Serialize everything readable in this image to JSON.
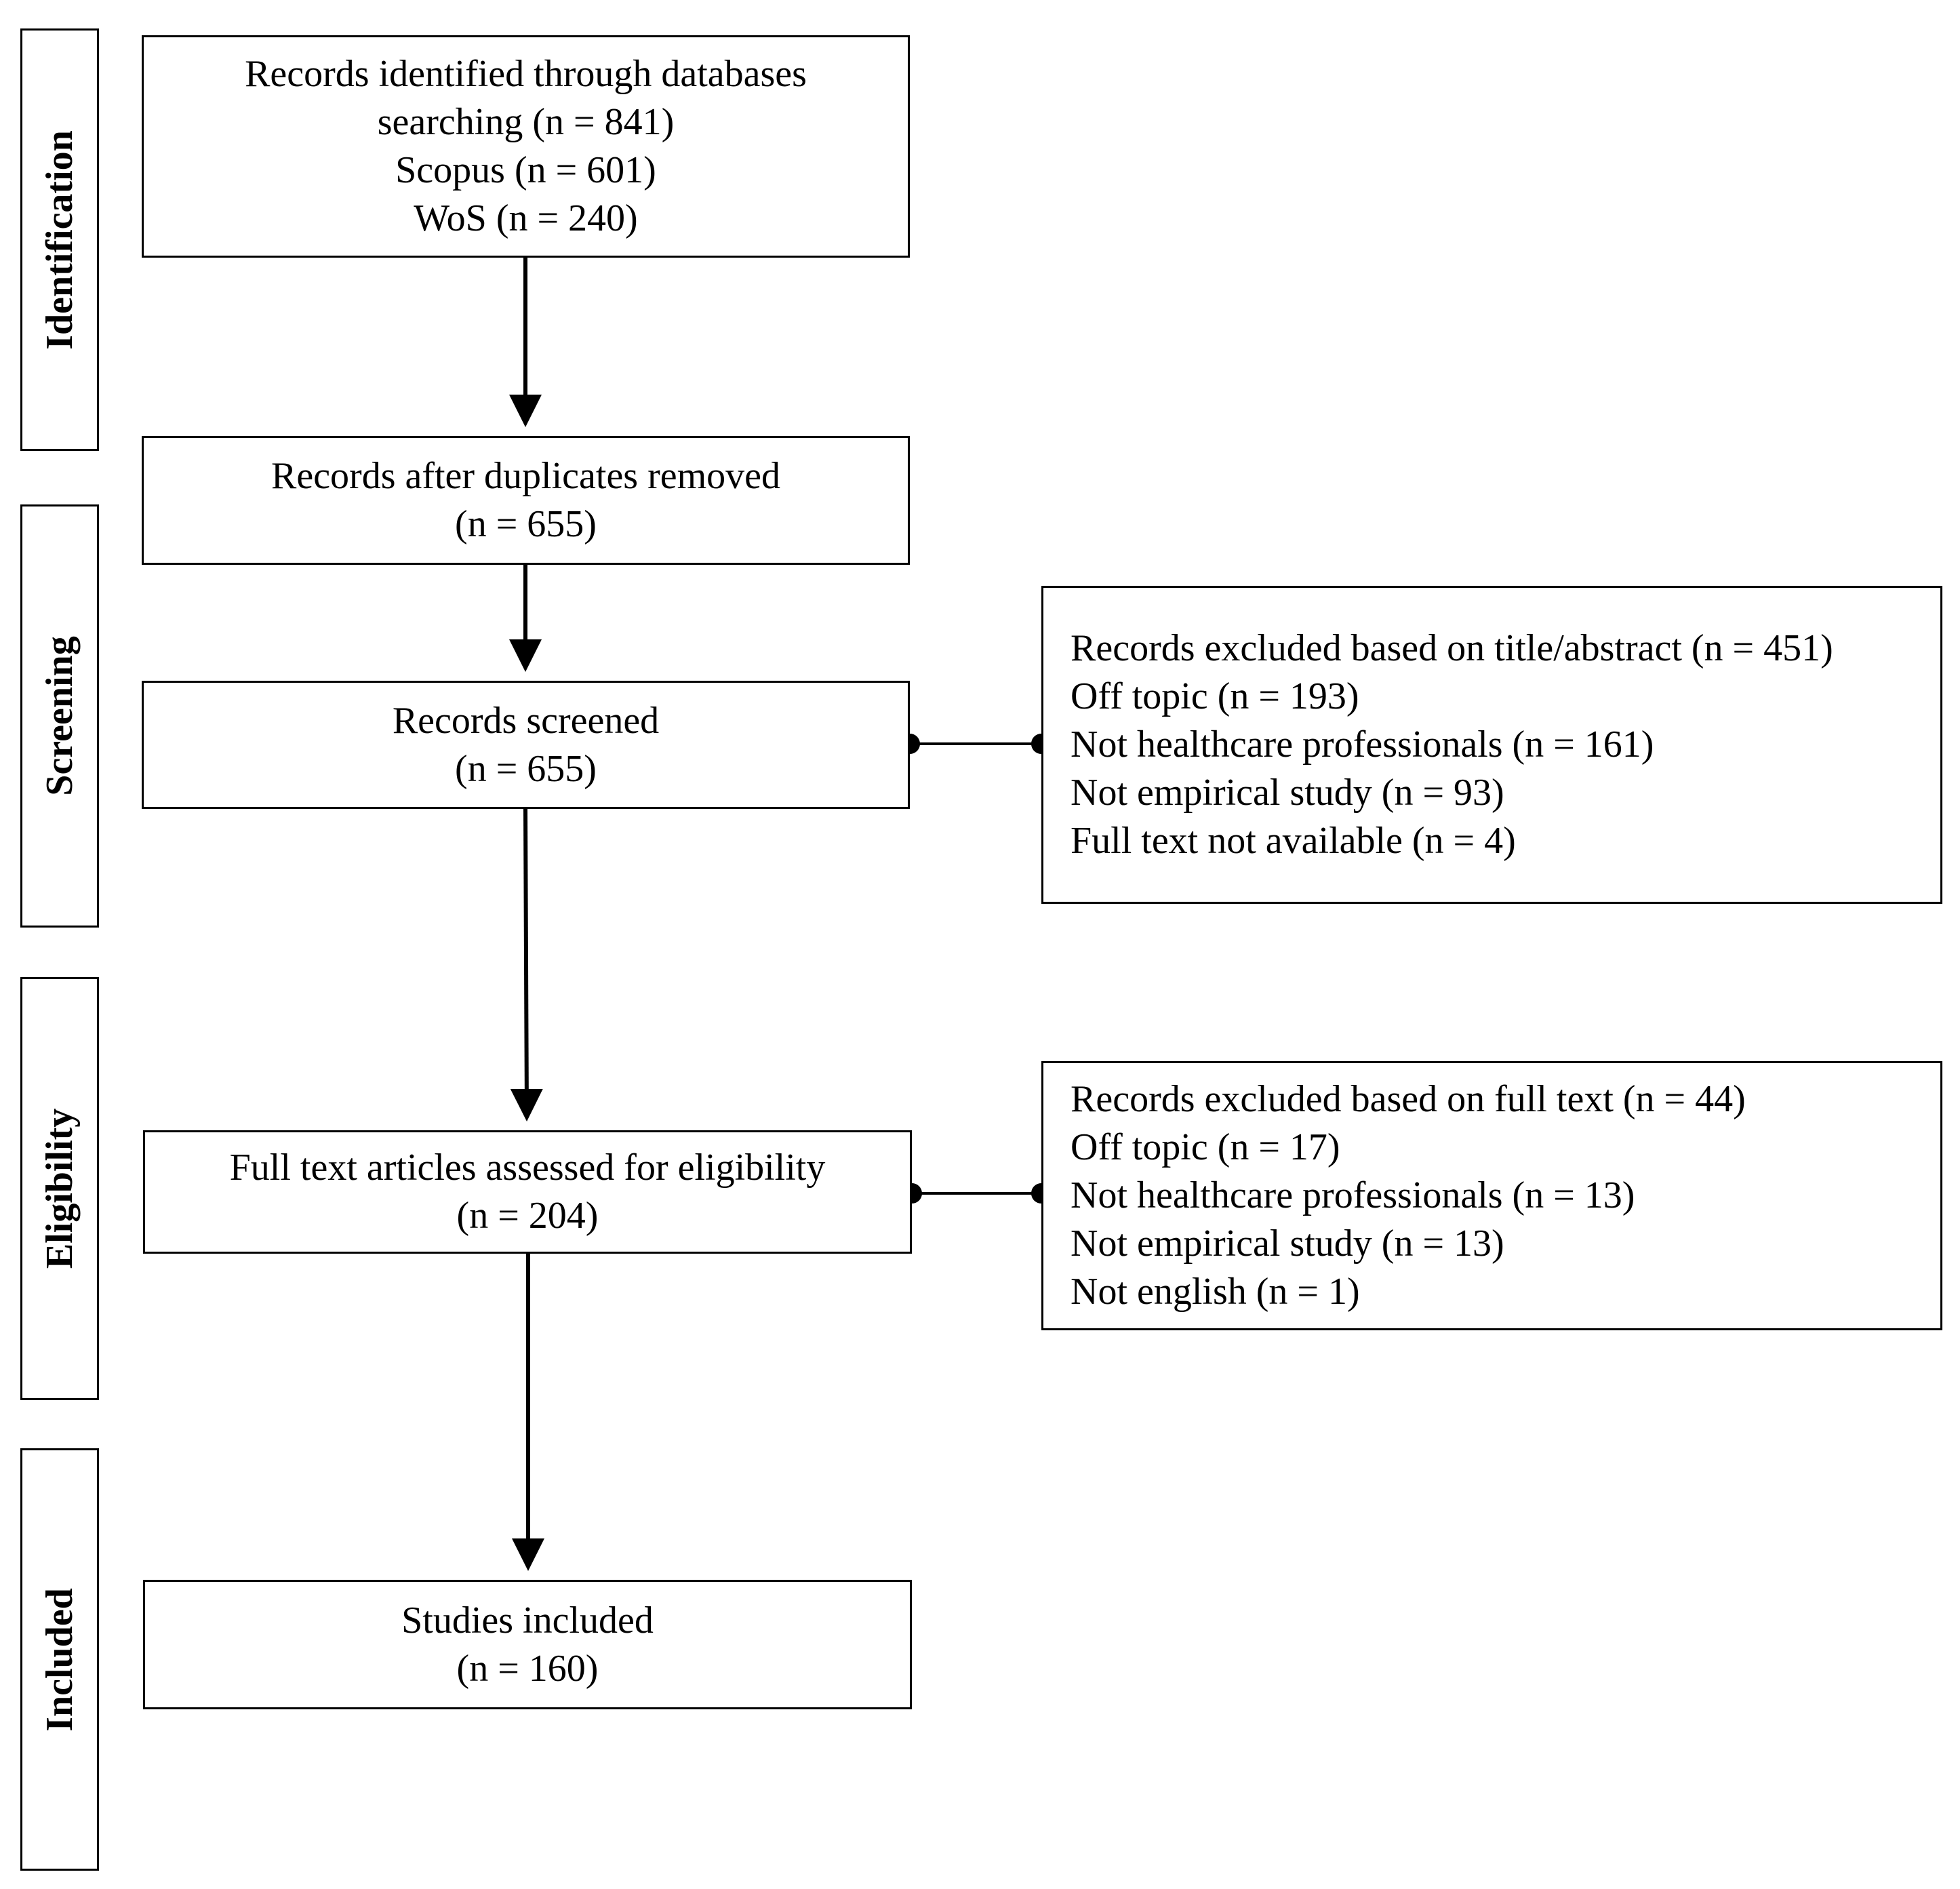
{
  "phases": {
    "identification": "Identification",
    "screening": "Screening",
    "eligibility": "Eligibility",
    "included": "Included"
  },
  "boxes": {
    "identified": {
      "lines": [
        "Records identified through databases",
        "searching (n = 841)",
        "Scopus (n = 601)",
        "WoS (n = 240)"
      ]
    },
    "duplicates_removed": {
      "lines": [
        "Records after duplicates removed",
        "(n = 655)"
      ]
    },
    "screened": {
      "lines": [
        "Records screened",
        "(n = 655)"
      ]
    },
    "excluded_title_abstract": {
      "lines": [
        "Records excluded based on title/abstract (n = 451)",
        "Off topic (n = 193)",
        "Not healthcare professionals (n = 161)",
        "Not empirical study (n = 93)",
        "Full text not available (n = 4)"
      ]
    },
    "full_text_assessed": {
      "lines": [
        "Full text articles assessed for eligibility",
        "(n = 204)"
      ]
    },
    "excluded_full_text": {
      "lines": [
        "Records excluded based on full text (n = 44)",
        "Off topic (n = 17)",
        "Not healthcare professionals (n = 13)",
        "Not empirical study (n = 13)",
        "Not english (n = 1)"
      ]
    },
    "included": {
      "lines": [
        "Studies included",
        "(n = 160)"
      ]
    }
  },
  "colors": {
    "stroke": "#000000",
    "background": "#ffffff"
  }
}
